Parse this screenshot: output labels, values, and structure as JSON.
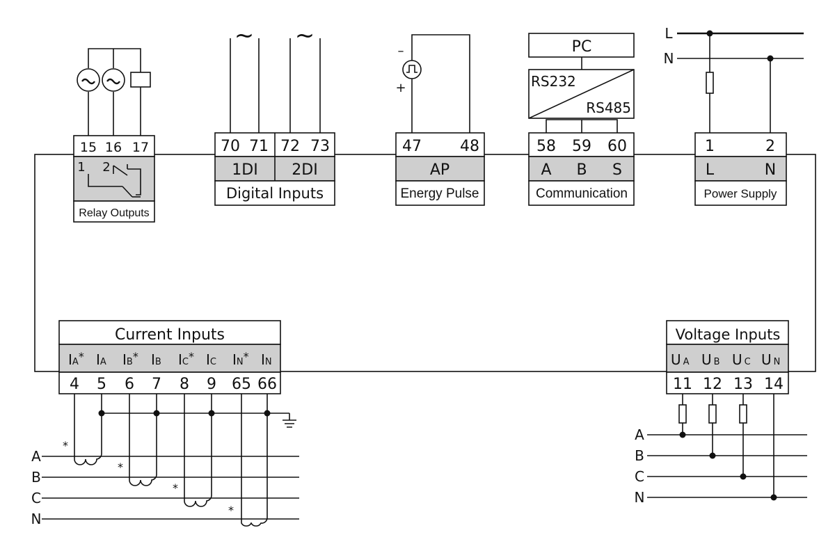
{
  "relay": {
    "terminals": [
      "15",
      "16",
      "17"
    ],
    "contacts": [
      "1",
      "2"
    ],
    "title": "Relay Outputs"
  },
  "digital": {
    "terminals": [
      "70",
      "71",
      "72",
      "73"
    ],
    "channels": [
      "1DI",
      "2DI"
    ],
    "title": "Digital Inputs",
    "ac_symbol": "~"
  },
  "pulse": {
    "terminals": [
      "47",
      "48"
    ],
    "channel": "AP",
    "title": "Energy Pulse",
    "minus": "–",
    "plus": "+"
  },
  "comm": {
    "pc": "PC",
    "rs232": "RS232",
    "rs485": "RS485",
    "terminals": [
      "58",
      "59",
      "60"
    ],
    "signals": [
      "A",
      "B",
      "S"
    ],
    "title": "Communication"
  },
  "power": {
    "lines": [
      "L",
      "N"
    ],
    "terminals": [
      "1",
      "2"
    ],
    "signals": [
      "L",
      "N"
    ],
    "title": "Power Supply"
  },
  "current": {
    "title": "Current Inputs",
    "channels": [
      {
        "base": "I",
        "sub": "A",
        "star": "*"
      },
      {
        "base": "I",
        "sub": "A",
        "star": ""
      },
      {
        "base": "I",
        "sub": "B",
        "star": "*"
      },
      {
        "base": "I",
        "sub": "B",
        "star": ""
      },
      {
        "base": "I",
        "sub": "C",
        "star": "*"
      },
      {
        "base": "I",
        "sub": "C",
        "star": ""
      },
      {
        "base": "I",
        "sub": "N",
        "star": "*"
      },
      {
        "base": "I",
        "sub": "N",
        "star": ""
      }
    ],
    "terminals": [
      "4",
      "5",
      "6",
      "7",
      "8",
      "9",
      "65",
      "66"
    ],
    "star_mark": "*",
    "lines": [
      "A",
      "B",
      "C",
      "N"
    ]
  },
  "voltage": {
    "title": "Voltage Inputs",
    "channels": [
      {
        "base": "U",
        "sub": "A"
      },
      {
        "base": "U",
        "sub": "B"
      },
      {
        "base": "U",
        "sub": "C"
      },
      {
        "base": "U",
        "sub": "N"
      }
    ],
    "terminals": [
      "11",
      "12",
      "13",
      "14"
    ],
    "lines": [
      "A",
      "B",
      "C",
      "N"
    ]
  }
}
